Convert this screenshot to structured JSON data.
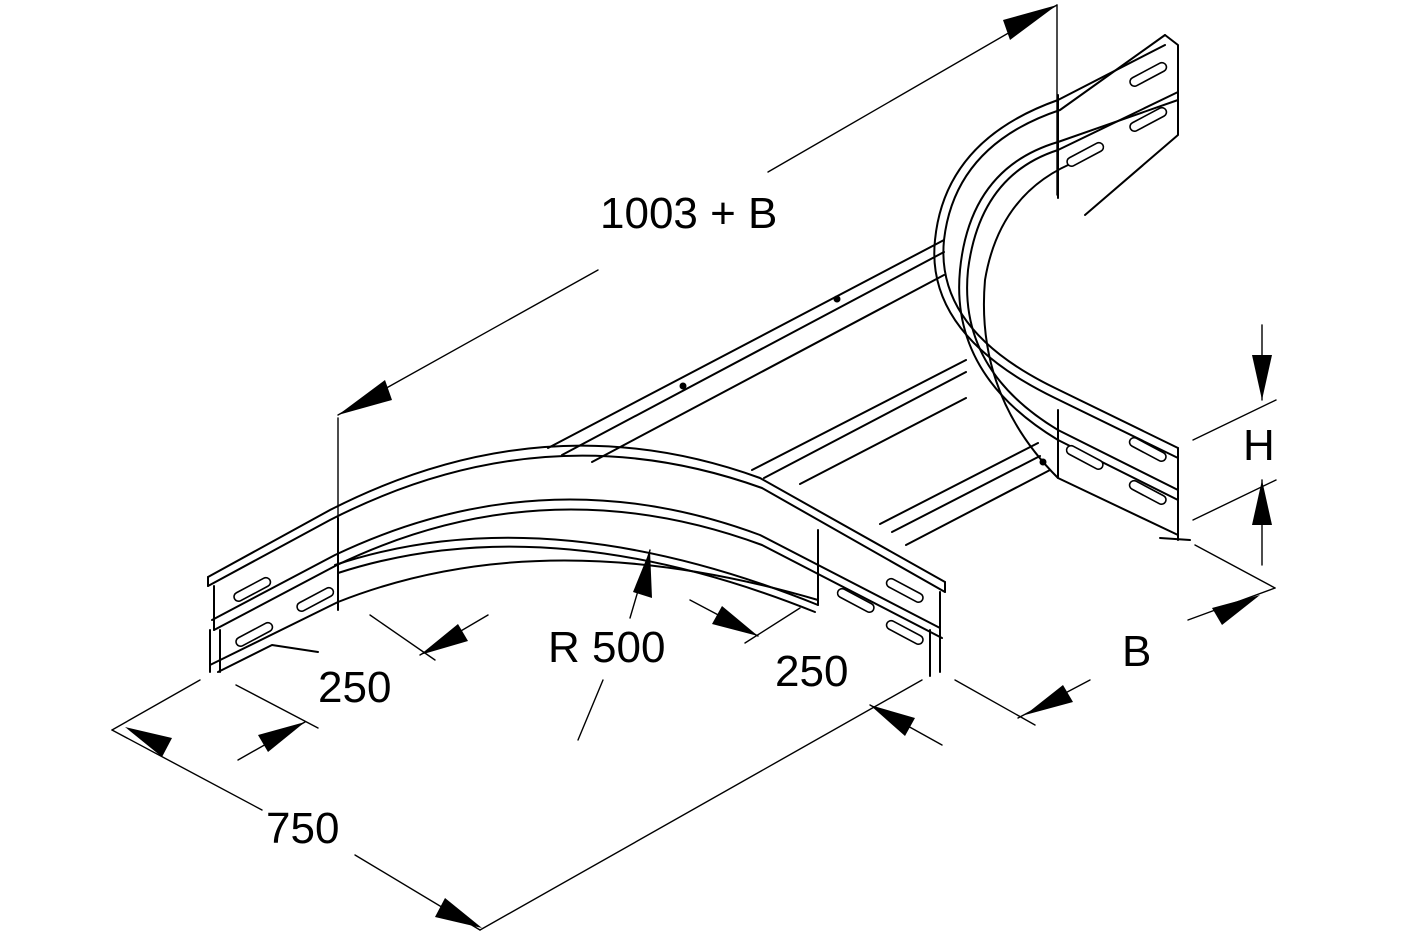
{
  "labels": {
    "length": "1003 + B",
    "radius": "R 500",
    "straight_left": "250",
    "straight_right": "250",
    "width_total": "750",
    "width_b": "B",
    "height": "H"
  },
  "colors": {
    "line": "#000000",
    "background": "#ffffff"
  }
}
